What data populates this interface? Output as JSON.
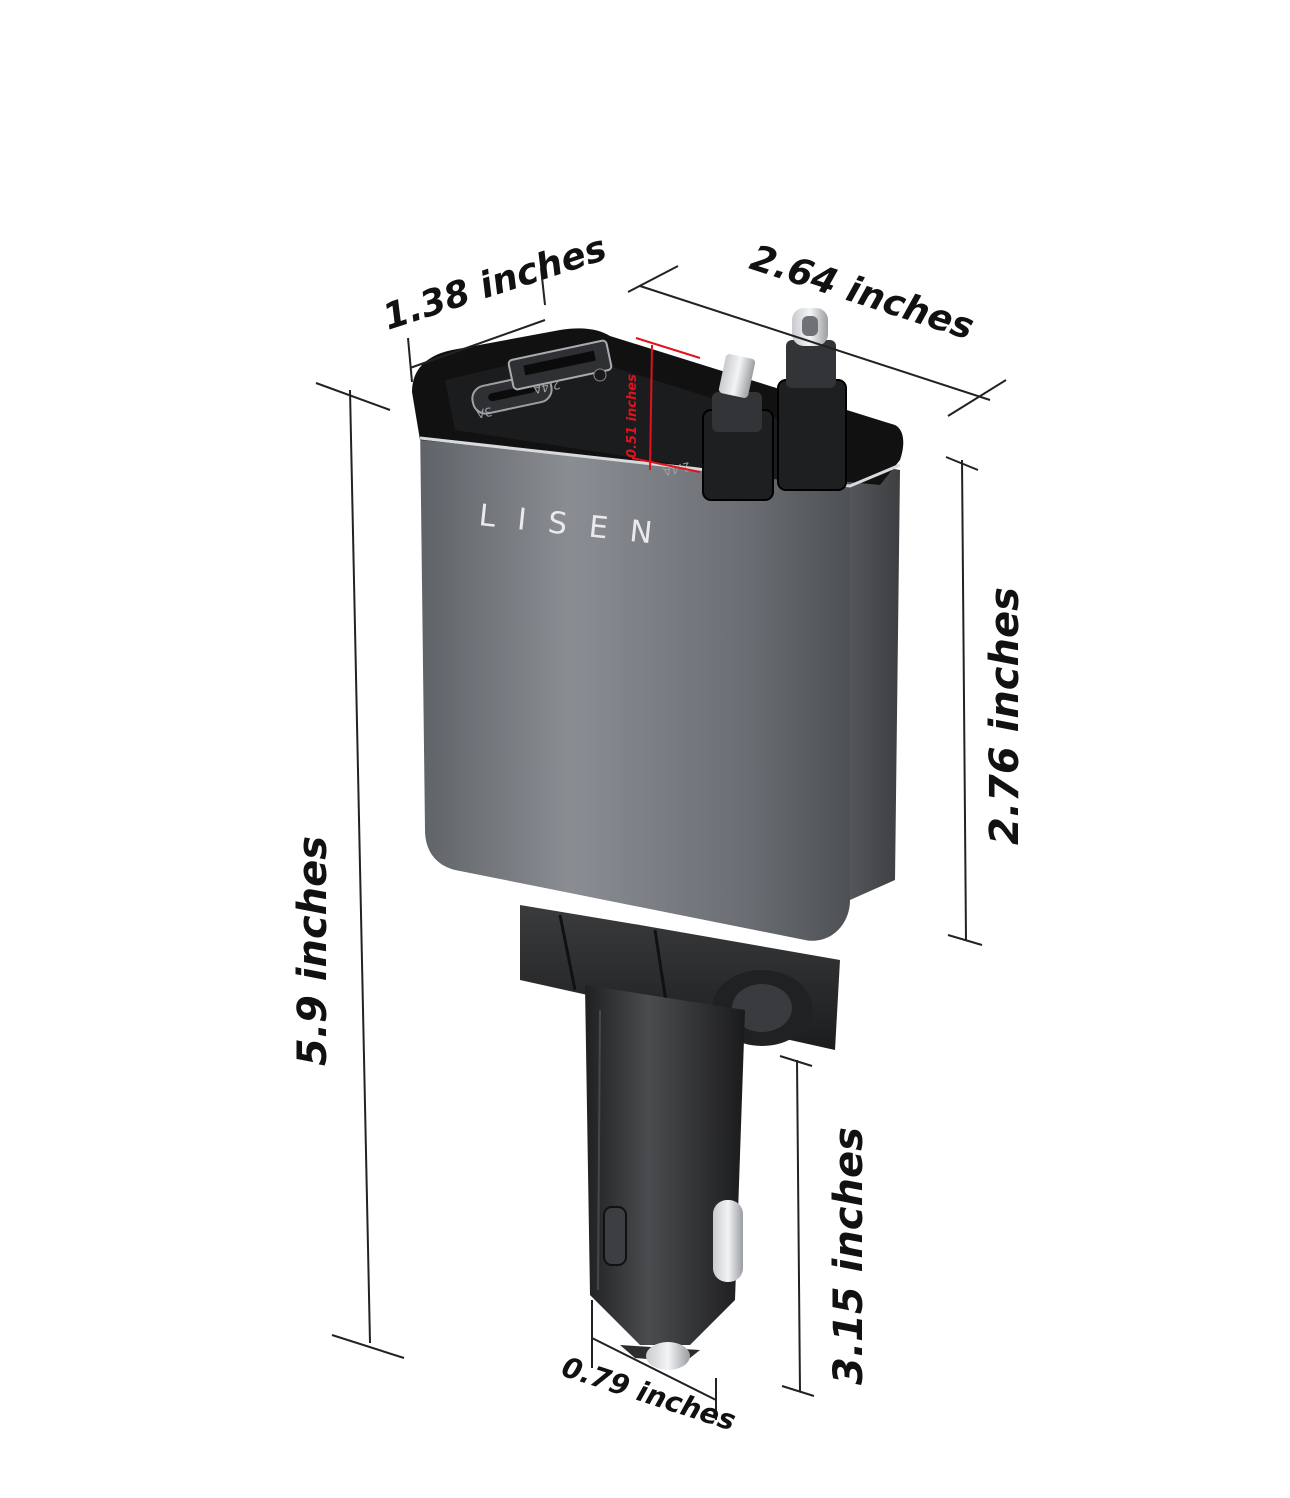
{
  "product": {
    "brand": "LISEN",
    "port_labels": {
      "usb_c": "3A",
      "usb_a": "2.4A",
      "rear_port": "2.4A"
    }
  },
  "dimensions": {
    "top_width": "1.38 inches",
    "top_depth": "2.64 inches",
    "total_height": "5.9 inches",
    "body_height": "2.76 inches",
    "plug_length": "3.15 inches",
    "plug_diameter": "0.79 inches",
    "cable_extension": "0.51 inches"
  },
  "colors": {
    "housing": "#6f7378",
    "housing_dark": "#4a4d51",
    "top_panel": "#111111",
    "plug": "#2a2b2d",
    "dimension_line": "#222222",
    "highlight_red": "#e0121b"
  }
}
